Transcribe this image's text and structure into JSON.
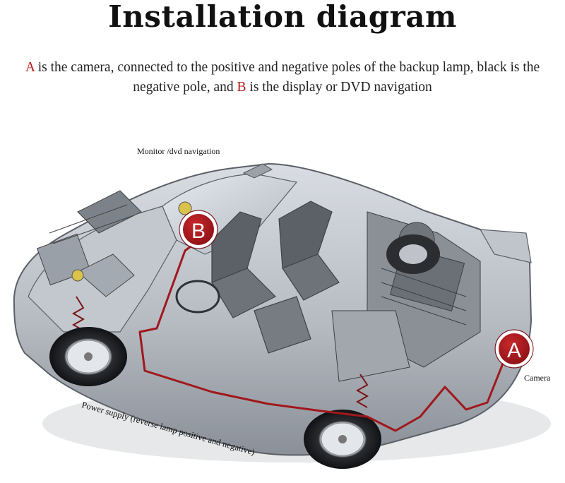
{
  "title": "Installation diagram",
  "description": {
    "marker_a": "A",
    "text_1": " is the camera, connected to the positive and negative poles of the backup lamp, black is the negative pole, and ",
    "marker_b": "B",
    "text_2": " is the display or DVD navigation"
  },
  "labels": {
    "monitor": "Monitor /dvd navigation",
    "camera": "Camera",
    "power_supply": "Power supply (reverse lamp positive and negative)"
  },
  "markers": {
    "b": "B",
    "a": "A"
  },
  "colors": {
    "accent_red": "#b11a1a",
    "wire_red": "#a0181c",
    "marker_ring": "#ffffff"
  }
}
